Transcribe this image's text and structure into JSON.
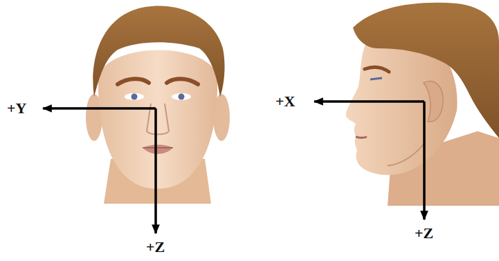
{
  "diagram": {
    "labels": [
      "+Y",
      "+Z",
      "+X",
      "+Z"
    ]
  }
}
